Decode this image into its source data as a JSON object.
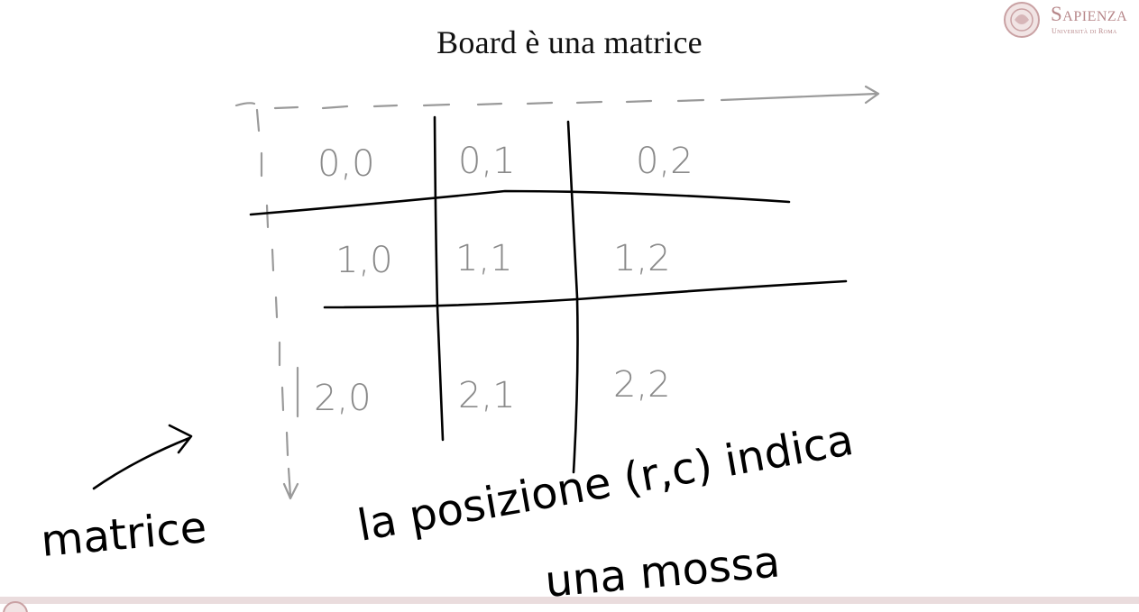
{
  "slide": {
    "title": "Board è una matrice"
  },
  "logo": {
    "name": "Sapienza",
    "subtitle": "Università di Roma"
  },
  "matrix": {
    "cells": [
      [
        "0,0",
        "0,1",
        "0,2"
      ],
      [
        "1,0",
        "1,1",
        "1,2"
      ],
      [
        "2,0",
        "2,1",
        "2,2"
      ]
    ]
  },
  "annotations": {
    "side_label": "matrice",
    "position_phrase": "la posizione (r,c) indica",
    "move_phrase": "una mossa"
  },
  "colors": {
    "ink": "#000000",
    "pencil": "#9a9a9a",
    "brand": "#b7878a",
    "footer_bar": "#eadcdd"
  }
}
